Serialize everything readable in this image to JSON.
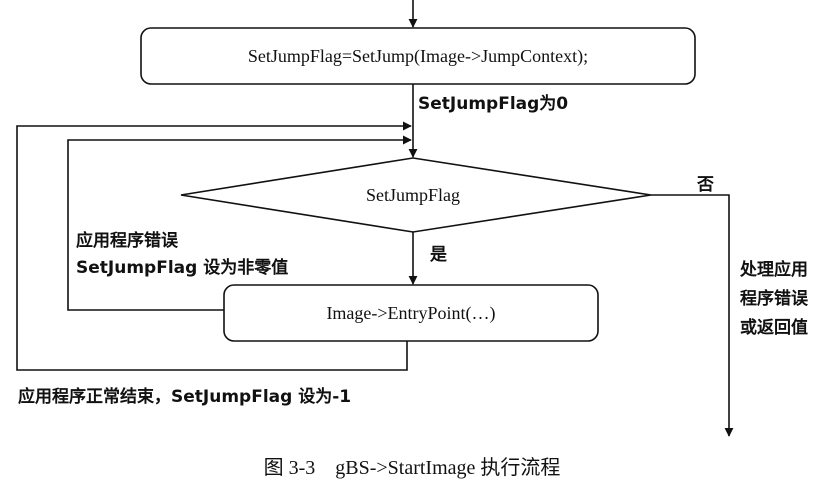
{
  "diagram": {
    "nodes": {
      "setjump_box": "SetJumpFlag=SetJump(Image->JumpContext);",
      "decision": "SetJumpFlag",
      "entry_box": "Image->EntryPoint(…)"
    },
    "labels": {
      "flag_zero": "SetJumpFlag为0",
      "no": "否",
      "yes": "是",
      "app_error_line1": "应用程序错误",
      "app_error_line2": "SetJumpFlag 设为非零值",
      "handle_line1": "处理应用",
      "handle_line2": "程序错误",
      "handle_line3": "或返回值",
      "normal_end": "应用程序正常结束，SetJumpFlag 设为-1"
    },
    "caption": "图 3-3    gBS->StartImage 执行流程"
  }
}
